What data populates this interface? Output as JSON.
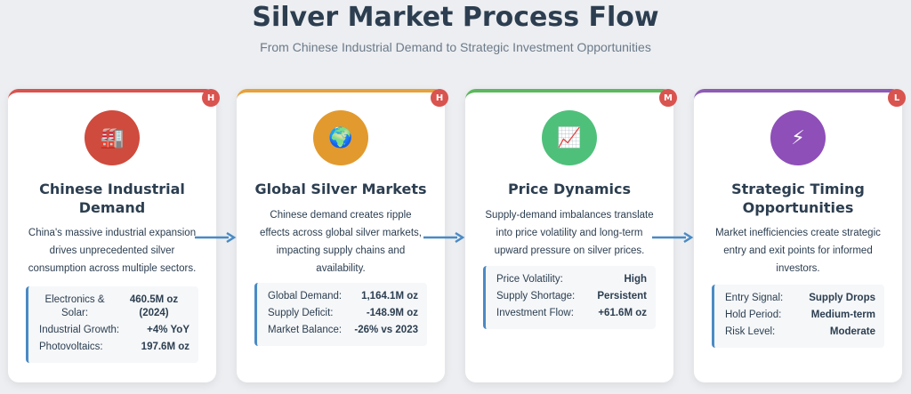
{
  "header": {
    "title": "Silver Market Process Flow",
    "subtitle": "From Chinese Industrial Demand to Strategic Investment Opportunities"
  },
  "cards": [
    {
      "badge": "H",
      "accent": "#d9534f",
      "icon_bg": "#cf4b3d",
      "icon": "factory-icon",
      "icon_glyph": "🏭",
      "title": "Chinese Industrial Demand",
      "description": "China's massive industrial expansion drives unprecedented silver consumption across multiple sectors.",
      "stats": [
        {
          "label": "Electronics & Solar:",
          "value": "460.5M oz (2024)"
        },
        {
          "label": "Industrial Growth:",
          "value": "+4% YoY"
        },
        {
          "label": "Photovoltaics:",
          "value": "197.6M oz"
        }
      ]
    },
    {
      "badge": "H",
      "accent": "#e6a23c",
      "icon_bg": "#e29a2e",
      "icon": "globe-icon",
      "icon_glyph": "🌍",
      "title": "Global Silver Markets",
      "description": "Chinese demand creates ripple effects across global silver markets, impacting supply chains and availability.",
      "stats": [
        {
          "label": "Global Demand:",
          "value": "1,164.1M oz"
        },
        {
          "label": "Supply Deficit:",
          "value": "-148.9M oz"
        },
        {
          "label": "Market Balance:",
          "value": "-26% vs 2023"
        }
      ]
    },
    {
      "badge": "M",
      "accent": "#5cb85c",
      "icon_bg": "#4fc07a",
      "icon": "chart-up-icon",
      "icon_glyph": "📈",
      "title": "Price Dynamics",
      "description": "Supply-demand imbalances translate into price volatility and long-term upward pressure on silver prices.",
      "stats": [
        {
          "label": "Price Volatility:",
          "value": "High"
        },
        {
          "label": "Supply Shortage:",
          "value": "Persistent"
        },
        {
          "label": "Investment Flow:",
          "value": "+61.6M oz"
        }
      ]
    },
    {
      "badge": "L",
      "accent": "#8e5bb5",
      "icon_bg": "#8e4fb8",
      "icon": "lightning-icon",
      "icon_glyph": "⚡",
      "title": "Strategic Timing Opportunities",
      "description": "Market inefficiencies create strategic entry and exit points for informed investors.",
      "stats": [
        {
          "label": "Entry Signal:",
          "value": "Supply Drops"
        },
        {
          "label": "Hold Period:",
          "value": "Medium-term"
        },
        {
          "label": "Risk Level:",
          "value": "Moderate"
        }
      ]
    }
  ],
  "badge_colors": {
    "H": "#d9534f",
    "M": "#d9534f",
    "L": "#d9534f"
  },
  "arrow_color": "#4a8ac4"
}
